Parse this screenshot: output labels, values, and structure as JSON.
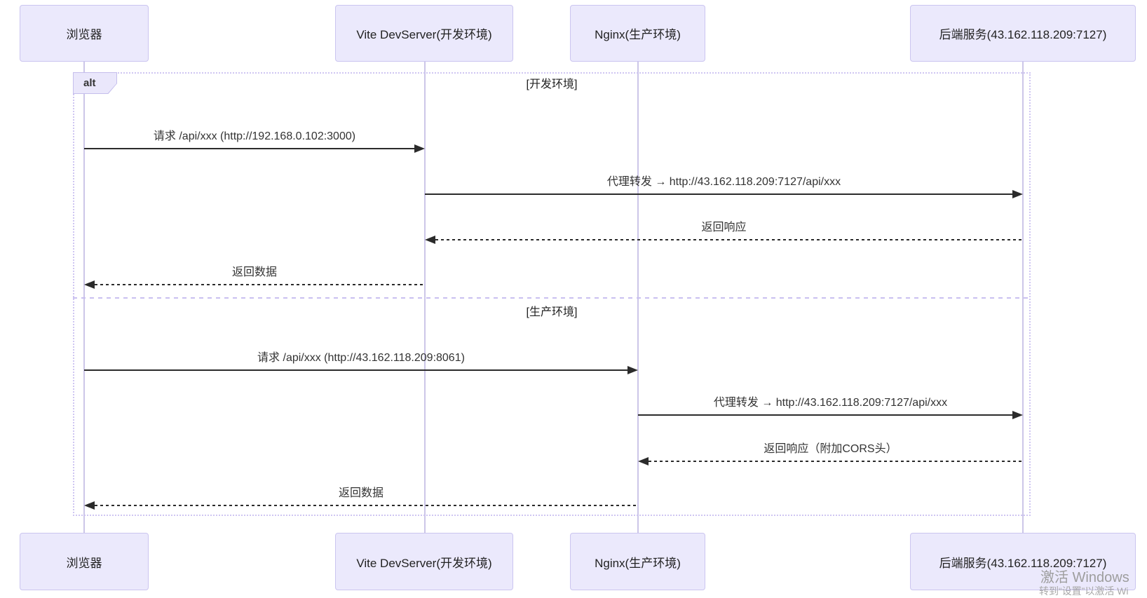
{
  "diagram": {
    "type": "sequence",
    "participants": [
      {
        "name": "浏览器"
      },
      {
        "name": "Vite DevServer(开发环境)"
      },
      {
        "name": "Nginx(生产环境)"
      },
      {
        "name": "后端服务(43.162.118.209:7127)"
      }
    ],
    "alt": {
      "label": "alt",
      "sections": [
        {
          "condition": "[开发环境]"
        },
        {
          "condition": "[生产环境]"
        }
      ]
    },
    "messages": [
      {
        "from": "浏览器",
        "to": "Vite DevServer(开发环境)",
        "text": "请求 /api/xxx (http://192.168.0.102:3000)",
        "line": "solid",
        "section": "开发环境"
      },
      {
        "from": "Vite DevServer(开发环境)",
        "to": "后端服务(43.162.118.209:7127)",
        "text": "代理转发 → http://43.162.118.209:7127/api/xxx",
        "line": "solid",
        "section": "开发环境"
      },
      {
        "from": "后端服务(43.162.118.209:7127)",
        "to": "Vite DevServer(开发环境)",
        "text": "返回响应",
        "line": "dashed",
        "section": "开发环境"
      },
      {
        "from": "Vite DevServer(开发环境)",
        "to": "浏览器",
        "text": "返回数据",
        "line": "dashed",
        "section": "开发环境"
      },
      {
        "from": "浏览器",
        "to": "Nginx(生产环境)",
        "text": "请求 /api/xxx (http://43.162.118.209:8061)",
        "line": "solid",
        "section": "生产环境"
      },
      {
        "from": "Nginx(生产环境)",
        "to": "后端服务(43.162.118.209:7127)",
        "text": "代理转发 → http://43.162.118.209:7127/api/xxx",
        "line": "solid",
        "section": "生产环境"
      },
      {
        "from": "后端服务(43.162.118.209:7127)",
        "to": "Nginx(生产环境)",
        "text": "返回响应（附加CORS头）",
        "line": "dashed",
        "section": "生产环境"
      },
      {
        "from": "Nginx(生产环境)",
        "to": "浏览器",
        "text": "返回数据",
        "line": "dashed",
        "section": "生产环境"
      }
    ],
    "watermark": {
      "line1": "激活 Windows",
      "line2": "转到“设置”以激活 Wi"
    },
    "colors": {
      "participant_fill": "#EBE9FC",
      "participant_border": "#CBC5F0",
      "frame_border": "#CFC6F2",
      "lifeline": "#CCC6E8",
      "message": "#2b2b2b",
      "watermark": "#9d9d9d"
    }
  }
}
